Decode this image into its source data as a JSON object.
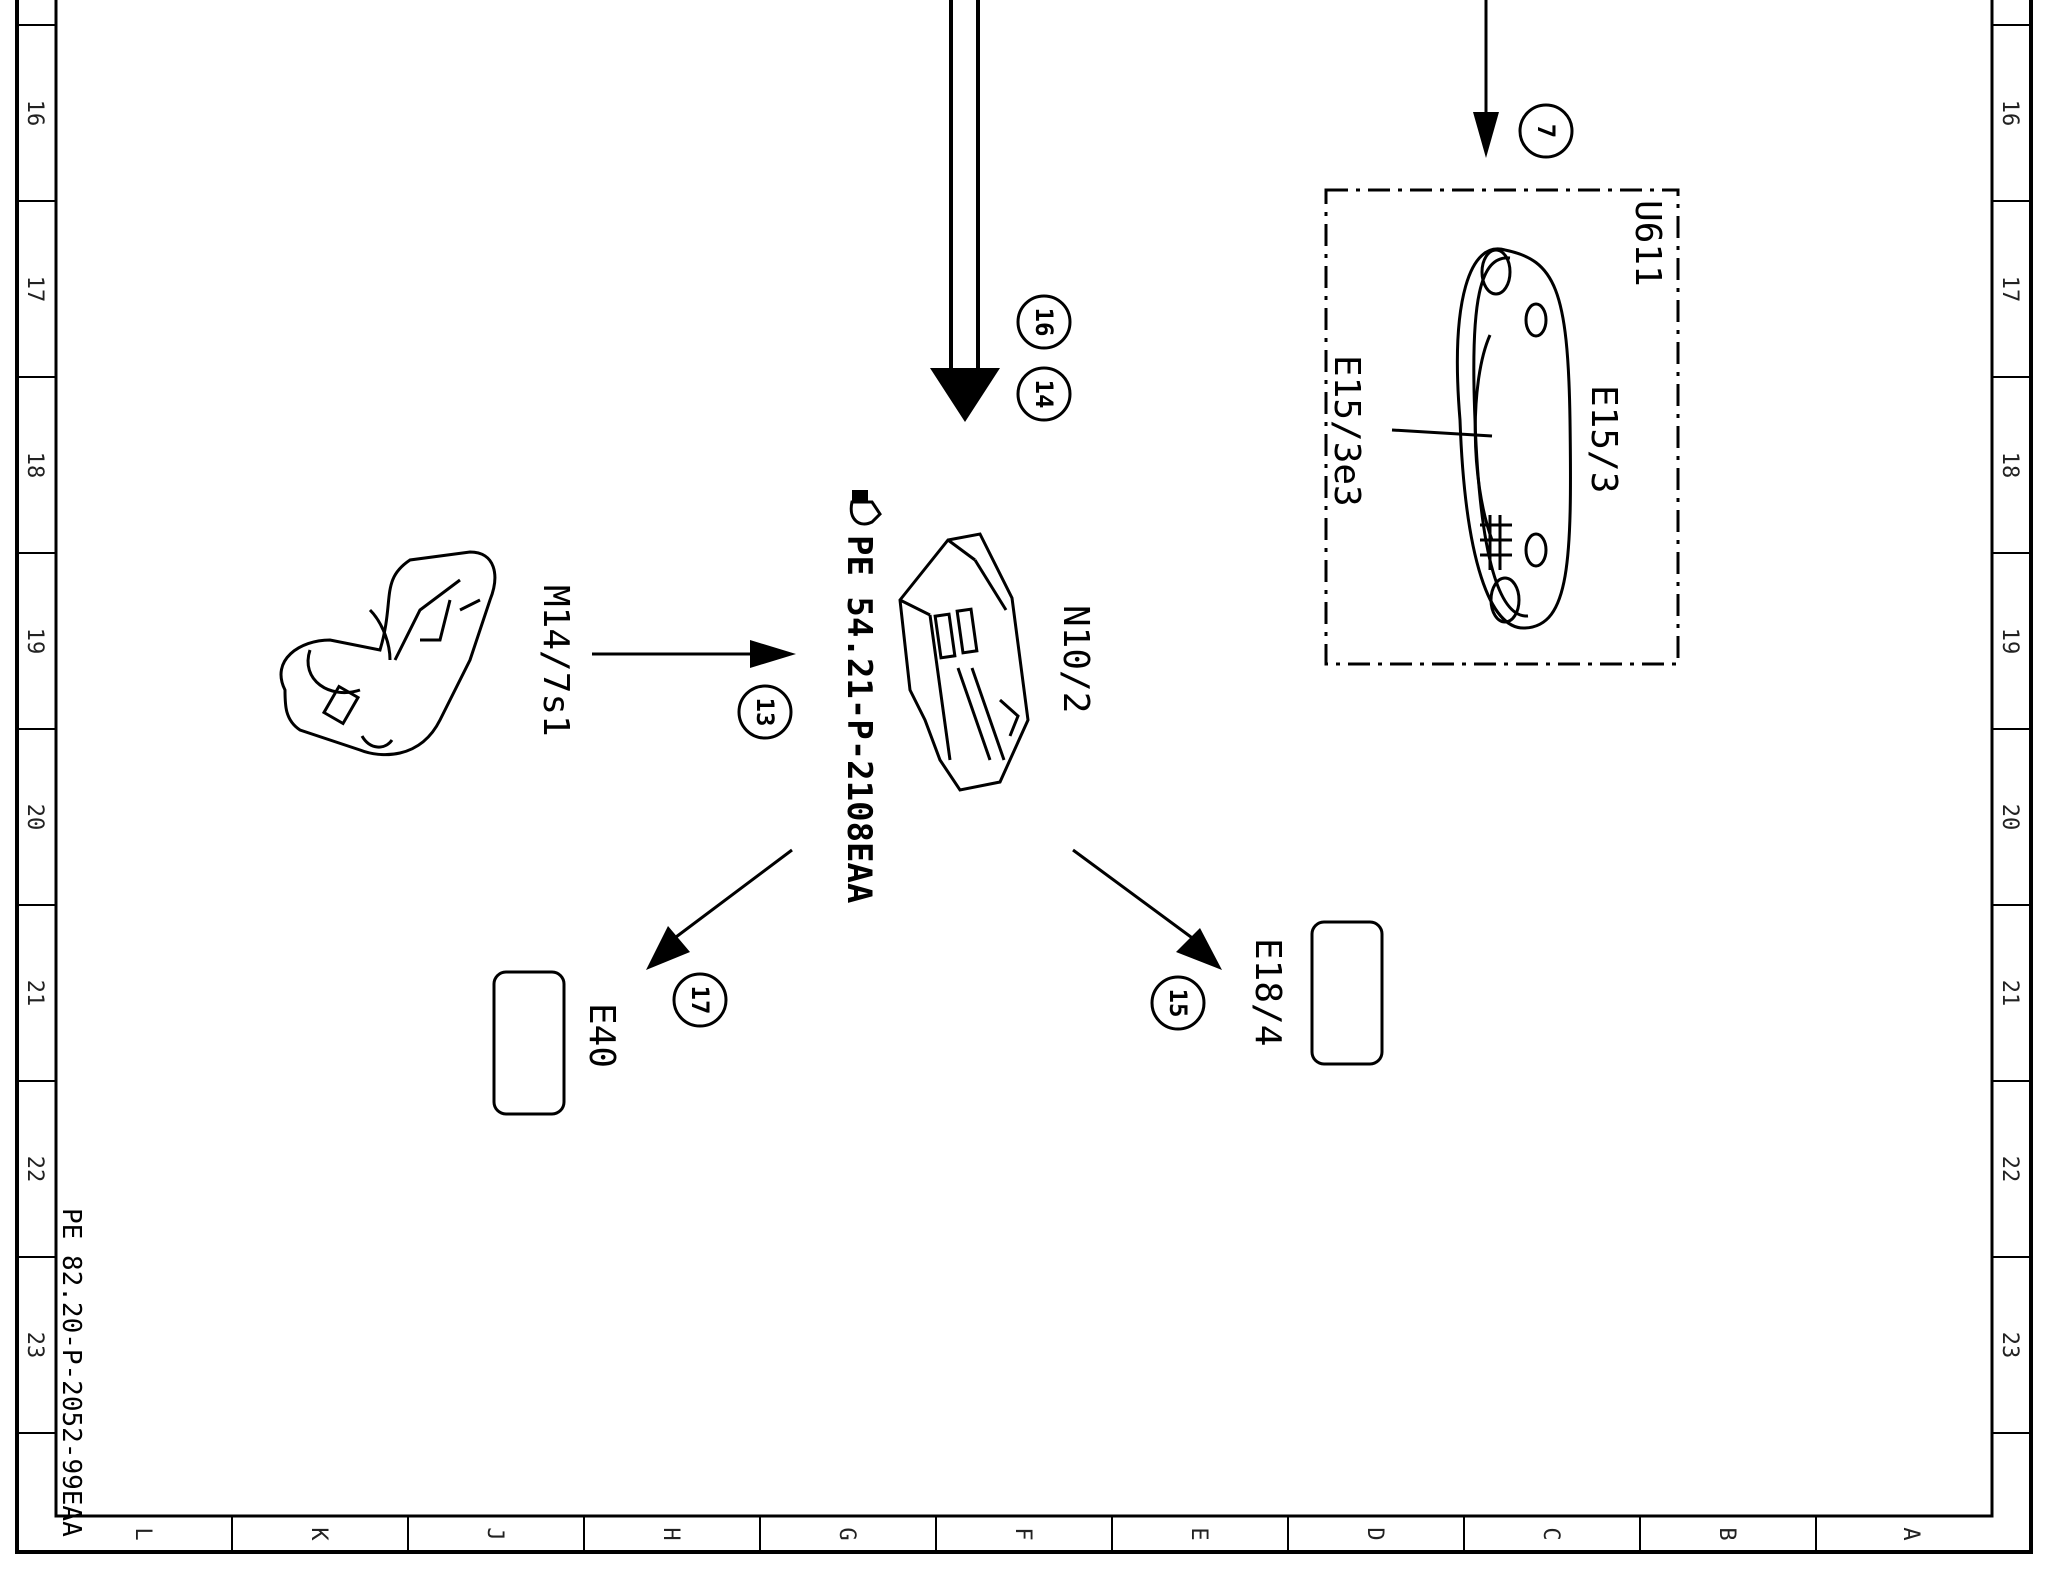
{
  "grid": {
    "rows": [
      "16",
      "17",
      "18",
      "19",
      "20",
      "21",
      "22",
      "23"
    ],
    "columns": [
      "L",
      "K",
      "J",
      "H",
      "G",
      "F",
      "E",
      "D",
      "C",
      "B",
      "A"
    ]
  },
  "components": {
    "u611": "U611",
    "e15_3": "E15/3",
    "e15_3e3": "E15/3e3",
    "n10_2": "N10/2",
    "m14_7s1": "M14/7s1",
    "e40": "E40",
    "e18_4": "E18/4"
  },
  "references": {
    "pe_main": "PE 54.21-P-2108EAA",
    "doc_id": "PE 82.20-P-2052-99EAA"
  },
  "callouts": {
    "c7": "7",
    "c16": "16",
    "c14": "14",
    "c13": "13",
    "c17": "17",
    "c15": "15"
  }
}
